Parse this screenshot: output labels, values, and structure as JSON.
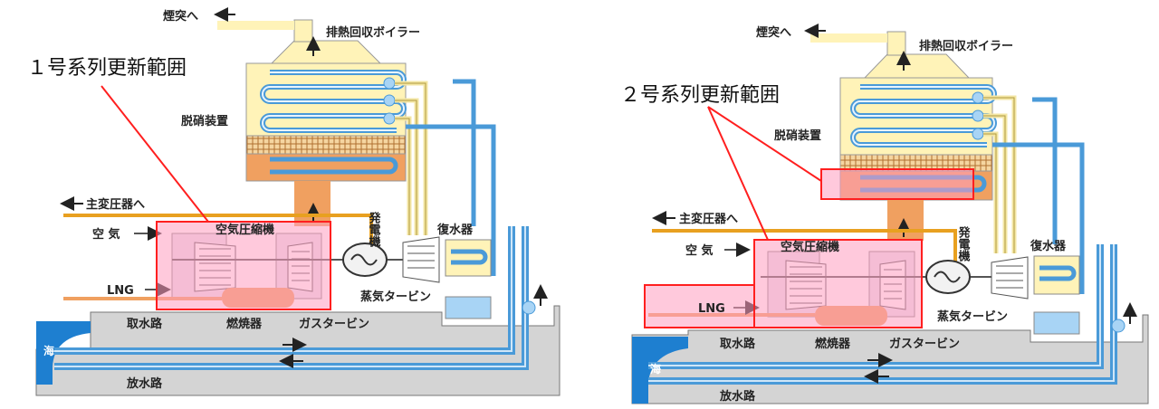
{
  "colors": {
    "boiler": "#fff3b8",
    "exhaust": "#f0a060",
    "water": "#4a9ad8",
    "sea": "#1e7fd0",
    "ground": "#d4d4d4",
    "highlight": "#ff1f1f",
    "highlight_fill": "#ff9cc0",
    "steam_pipe": "#f3e6a3",
    "power_line": "#e8a020"
  },
  "left": {
    "title": "１号系列更新範囲",
    "labels": {
      "chimney": "煙突へ",
      "hrsg": "排熱回収ボイラー",
      "denox": "脱硝装置",
      "transformer": "主変圧器へ",
      "air": "空 気",
      "compressor": "空気圧縮機",
      "generator": "発電機",
      "condenser": "復水器",
      "lng": "LNG",
      "steam_turbine": "蒸気タービン",
      "intake": "取水路",
      "combustor": "燃焼器",
      "gas_turbine": "ガスタービン",
      "sea": "海",
      "discharge": "放水路"
    }
  },
  "right": {
    "title": "２号系列更新範囲",
    "labels": {
      "chimney": "煙突へ",
      "hrsg": "排熱回収ボイラー",
      "denox": "脱硝装置",
      "transformer": "主変圧器へ",
      "air": "空 気",
      "compressor": "空気圧縮機",
      "generator": "発電機",
      "condenser": "復水器",
      "lng": "LNG",
      "steam_turbine": "蒸気タービン",
      "intake": "取水路",
      "combustor": "燃焼器",
      "gas_turbine": "ガスタービン",
      "sea": "海",
      "discharge": "放水路"
    }
  }
}
